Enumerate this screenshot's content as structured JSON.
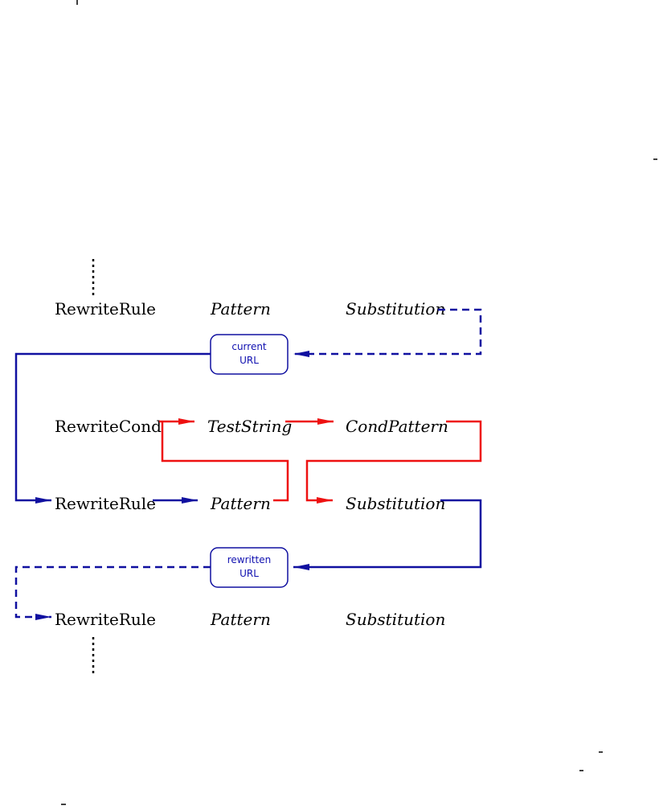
{
  "colors": {
    "blue": "#1010a0",
    "red": "#ee1111",
    "black": "#000000",
    "box_text": "#1010b0"
  },
  "rows": [
    {
      "directive": "RewriteRule",
      "param1": "Pattern",
      "param2": "Substitution"
    },
    {
      "directive": "RewriteCond",
      "param1": "TestString",
      "param2": "CondPattern"
    },
    {
      "directive": "RewriteRule",
      "param1": "Pattern",
      "param2": "Substitution"
    },
    {
      "directive": "RewriteRule",
      "param1": "Pattern",
      "param2": "Substitution"
    }
  ],
  "boxes": {
    "current": {
      "line1": "current",
      "line2": "URL"
    },
    "rewritten": {
      "line1": "rewritten",
      "line2": "URL"
    }
  }
}
